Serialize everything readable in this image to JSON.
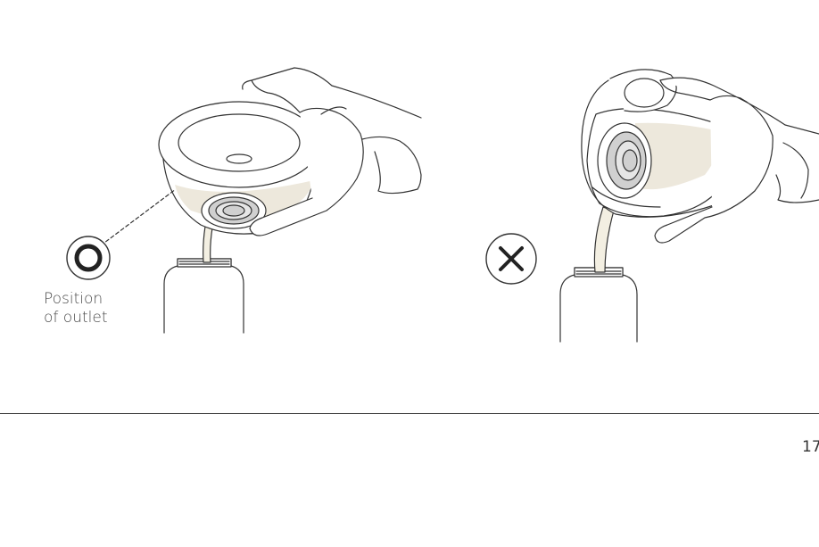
{
  "figure": {
    "correct": {
      "symbol_icon": "circle-o-icon",
      "caption_line1": "Position",
      "caption_line2": "of outlet"
    },
    "incorrect": {
      "symbol_icon": "cross-x-icon"
    }
  },
  "footer": {
    "page_number": "17"
  },
  "colors": {
    "line": "#333333",
    "milk": "#ede8dc",
    "tube": "#f3efe2",
    "shade": "#d0d0d0"
  }
}
